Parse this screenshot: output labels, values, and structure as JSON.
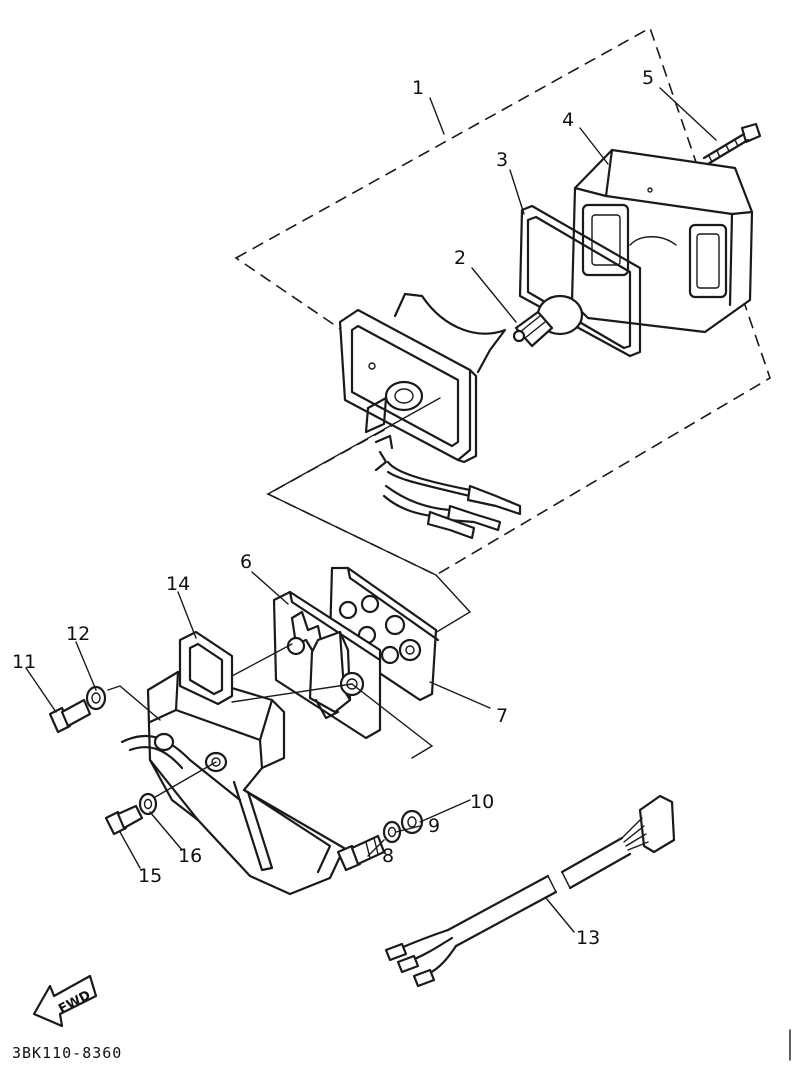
{
  "diagram": {
    "drawing_code": "3BK110-8360",
    "fwd_label": "FWD",
    "callouts": {
      "c1": "1",
      "c2": "2",
      "c3": "3",
      "c4": "4",
      "c5": "5",
      "c6": "6",
      "c7": "7",
      "c8": "8",
      "c9": "9",
      "c10": "10",
      "c11": "11",
      "c12": "12",
      "c13": "13",
      "c14": "14",
      "c15": "15",
      "c16": "16"
    }
  }
}
